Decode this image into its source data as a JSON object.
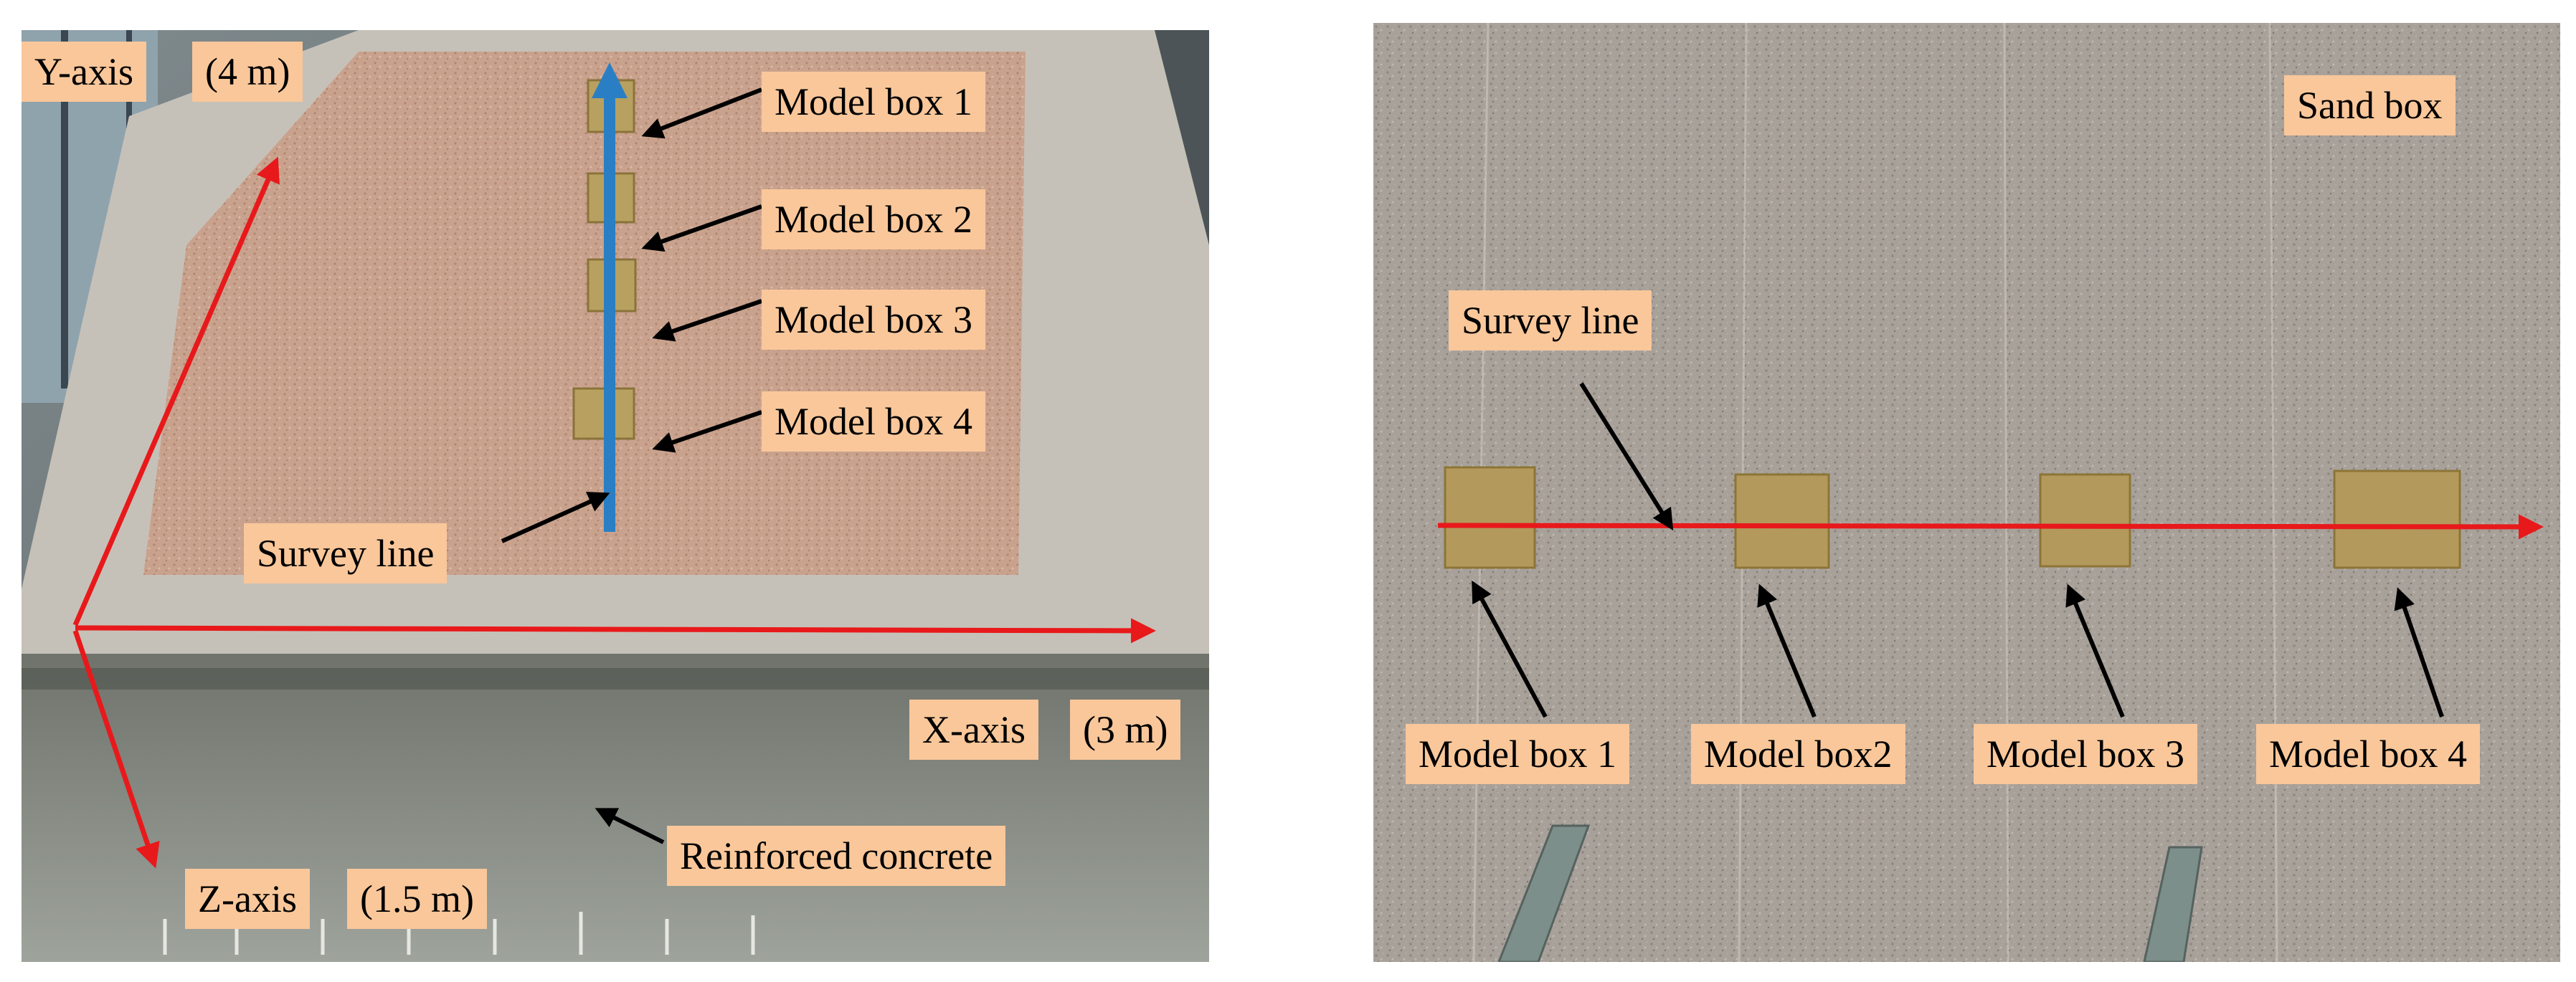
{
  "left_panel": {
    "labels": {
      "y_axis": "Y-axis",
      "y_length": "(4 m)",
      "x_axis": "X-axis",
      "x_length": "(3 m)",
      "z_axis": "Z-axis",
      "z_length": "(1.5 m)",
      "model_box_1": "Model box 1",
      "model_box_2": "Model box 2",
      "model_box_3": "Model box 3",
      "model_box_4": "Model box 4",
      "survey_line": "Survey line",
      "reinforced_concrete": "Reinforced concrete"
    }
  },
  "right_panel": {
    "labels": {
      "sand_box": "Sand box",
      "survey_line": "Survey line",
      "model_box_1": "Model box 1",
      "model_box_2": "Model box2",
      "model_box_3": "Model box 3",
      "model_box_4": "Model box 4"
    }
  },
  "colors": {
    "label_background": "#f9c79a",
    "axis_arrow": "#e8191b",
    "survey_line_left": "#2a7fc4",
    "survey_line_right": "#e8191b",
    "pointer_arrow": "#000000",
    "sand": "#c9a28e",
    "concrete": "#8d918a",
    "model_box": "#b8a160"
  }
}
